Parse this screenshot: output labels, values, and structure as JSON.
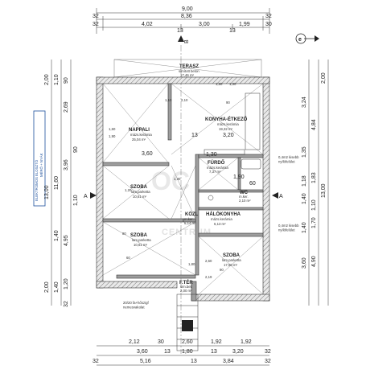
{
  "top_dims": {
    "total": "9,00",
    "row2": [
      "32",
      "8,36",
      "32"
    ],
    "row3": [
      "32",
      "4,02",
      "13",
      "3,00",
      "13",
      "1,99",
      "30"
    ]
  },
  "bottom_dims": {
    "row1": [
      "2,12",
      "30",
      "2,60",
      "1,92",
      "1,92"
    ],
    "row2": [
      "3,60",
      "13",
      "1,80",
      "13",
      "3,20",
      "32"
    ],
    "row3": [
      "32",
      "5,16",
      "13",
      "3,84",
      "32"
    ]
  },
  "left_dims": {
    "outer": [
      "13,00"
    ],
    "mid": [
      "11,60",
      "1,40"
    ],
    "inner": [
      "2,00",
      "1,10",
      "90",
      "2,69",
      "3,96",
      "4,95",
      "1,40",
      "1,20",
      "90",
      "1,10",
      "2,00",
      "32"
    ]
  },
  "right_dims": {
    "outer": [
      "2,00",
      "13,00"
    ],
    "mid": [
      "4,84",
      "1,83",
      "1,10",
      "1,70",
      "4,90"
    ],
    "inner": [
      "3,24",
      "1,35",
      "1,18",
      "1,40",
      "1,40",
      "3,60"
    ]
  },
  "rooms": [
    {
      "name": "TERASZ",
      "l1": "simított beton",
      "l2": "17,46 m²"
    },
    {
      "name": "NAPPALI",
      "l1": "mázs.kerámia",
      "l2": "25,04 m²"
    },
    {
      "name": "KONYHA-ÉTKEZŐ",
      "l1": "mázs.kerámia",
      "l2": "19,32 m²"
    },
    {
      "name": "FÜRDŐ",
      "l1": "mázs.kerámia",
      "l2": "7,37 m²"
    },
    {
      "name": "WC",
      "l1": "m.ker.",
      "l2": "2,10 m²"
    },
    {
      "name": "SZOBA",
      "l1": "lam.parketta",
      "l2": "10,61 m²"
    },
    {
      "name": "KÖZL",
      "l1": "m.ker.",
      "l2": "6,14 m²"
    },
    {
      "name": "HÁLÓKONYHA",
      "l1": "mázs.kerámia",
      "l2": "6,13 m²"
    },
    {
      "name": "SZOBA",
      "l1": "lam.parketta",
      "l2": "10,61 m²"
    },
    {
      "name": "SZOBA",
      "l1": "lam.parketta",
      "l2": "17,50 m²"
    },
    {
      "name": "F.TÉR",
      "l1": "sim.bet.",
      "l2": "2,00 m²"
    }
  ],
  "opening_labels": [
    "3,60",
    "3,20",
    "13",
    "1,30",
    "1,90",
    "60",
    "1,60",
    "1,30",
    "90",
    "1,10",
    "2,10",
    "2,60",
    "2,19",
    "90",
    "60",
    "1,80",
    "1,20",
    "1,60",
    "1,90",
    "80",
    "1,30"
  ],
  "notes": {
    "vent_1": "0,4m2 kisebb\nnyílófelület",
    "vent_2": "0,4m2 kisebb\nnyílófelület",
    "footing": "20/20 fa+hőszigf\nnemesvakolat",
    "section_a_left": "A",
    "section_a_right": "A",
    "section_b": "B",
    "side_box": "ELEKTROMOS ELOSZTÓ\nMÉRŐ + NYÁK"
  },
  "north_icon": "north-arrow-icon",
  "watermark": {
    "logo": "OC",
    "text": "CENTRUM"
  }
}
